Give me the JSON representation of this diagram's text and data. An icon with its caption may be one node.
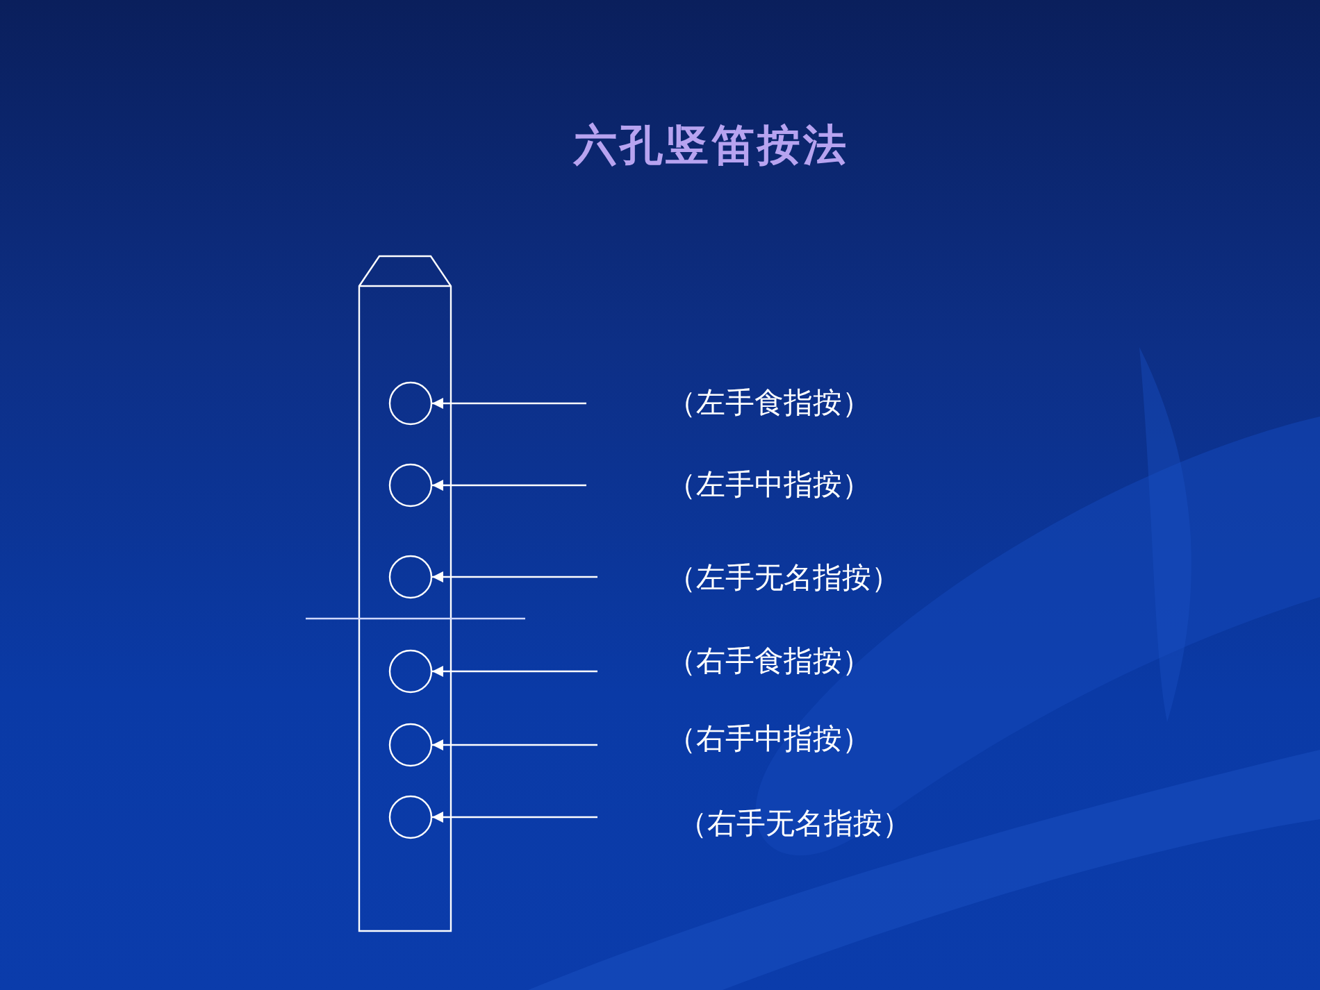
{
  "diagram": {
    "title": "六孔竖笛按法",
    "nodes": [
      {
        "text": [],
        "shape": "box"
      },
      {
        "text": [],
        "shape": "circle",
        "in": 0
      },
      {
        "text": [],
        "shape": "circle",
        "in": 0
      },
      {
        "text": [],
        "shape": "circle",
        "in": 0
      },
      {
        "text": [],
        "shape": "circle",
        "in": 0
      },
      {
        "text": [],
        "shape": "circle",
        "in": 0
      },
      {
        "text": [],
        "shape": "circle",
        "in": 0
      }
    ],
    "edges": [
      {
        "from": null,
        "to": 1,
        "arrow": "to"
      },
      {
        "from": null,
        "to": 2,
        "arrow": "to"
      },
      {
        "from": null,
        "to": 3,
        "arrow": "to"
      },
      {
        "from": null,
        "to": 4,
        "arrow": "to"
      },
      {
        "from": null,
        "to": 5,
        "arrow": "to"
      },
      {
        "from": null,
        "to": 6,
        "arrow": "to"
      }
    ],
    "labels": [
      "（左手食指按）",
      "（左手中指按）",
      "（左手无名指按）",
      "（右手食指按）",
      "（右手中指按）",
      "（右手无名指按）"
    ]
  }
}
